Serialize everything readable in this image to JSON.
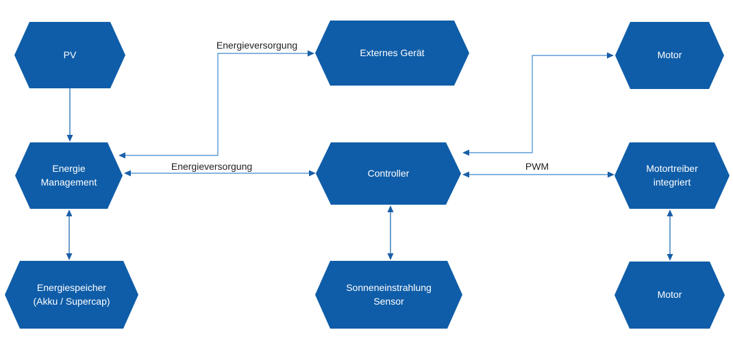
{
  "nodes": {
    "pv": {
      "label": "PV"
    },
    "externes_geraet": {
      "label": "Externes Gerät"
    },
    "motor_oben": {
      "label": "Motor"
    },
    "energie_management": {
      "label": "Energie\nManagement"
    },
    "controller": {
      "label": "Controller"
    },
    "motortreiber": {
      "label": "Motortreiber\nintegriert"
    },
    "energiespeicher": {
      "label": "Energiespeicher\n(Akku / Supercap)"
    },
    "sonneneinstrahlung_sensor": {
      "label": "Sonneneinstrahlung\nSensor"
    },
    "motor_unten": {
      "label": "Motor"
    }
  },
  "edge_labels": {
    "energieversorgung_extern": "Energieversorgung",
    "energieversorgung_controller": "Energieversorgung",
    "pwm": "PWM"
  },
  "edges": {
    "connections": [
      {
        "from": "PV",
        "to": "Energie Management",
        "direction": "one-way",
        "shape": "straight"
      },
      {
        "from": "Energie Management",
        "to": "Externes Gerät",
        "label": "Energieversorgung",
        "direction": "two-way",
        "shape": "elbow"
      },
      {
        "from": "Energie Management",
        "to": "Controller",
        "label": "Energieversorgung",
        "direction": "two-way",
        "shape": "straight"
      },
      {
        "from": "Energie Management",
        "to": "Energiespeicher (Akku / Supercap)",
        "direction": "two-way",
        "shape": "straight"
      },
      {
        "from": "Controller",
        "to": "Motor (oben)",
        "direction": "two-way",
        "shape": "elbow"
      },
      {
        "from": "Controller",
        "to": "Motortreiber integriert",
        "label": "PWM",
        "direction": "two-way",
        "shape": "straight"
      },
      {
        "from": "Controller",
        "to": "Sonneneinstrahlung Sensor",
        "direction": "two-way",
        "shape": "straight"
      },
      {
        "from": "Motortreiber integriert",
        "to": "Motor (unten)",
        "direction": "two-way",
        "shape": "straight"
      }
    ]
  },
  "colors": {
    "node_fill": "#0f5da8",
    "node_text": "#ffffff",
    "connector_light": "#5b9bd5",
    "connector_dark": "#2e74b5",
    "arrowhead": "#1a5fa8",
    "edge_label_text": "#222222",
    "background": "#ffffff"
  }
}
